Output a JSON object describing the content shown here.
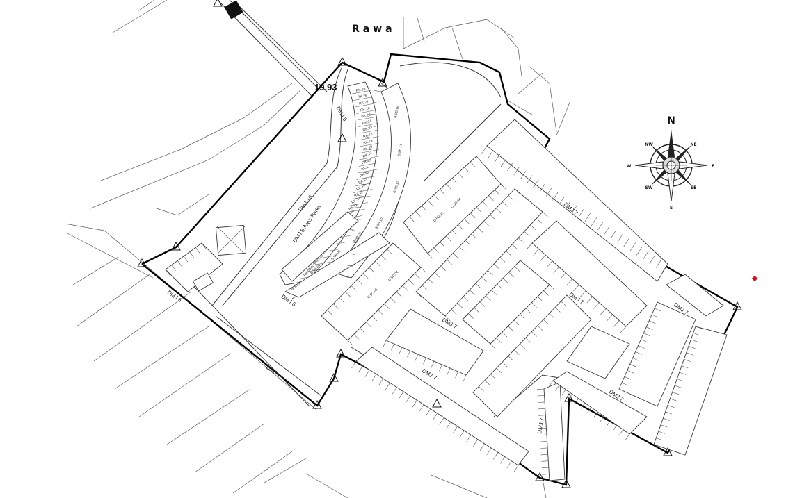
{
  "area_label": "Rawa",
  "dimension_label": "19.93",
  "compass": {
    "n": "N",
    "ne": "NE",
    "e": "E",
    "se": "SE",
    "s": "S",
    "sw": "SW",
    "w": "W",
    "nw": "NW"
  },
  "road_labels": {
    "dmj8": "DMJ 8",
    "dmj8_area_parkir": "DMJ 8  Area Parkir",
    "dmj10": "DMJ 10",
    "dmj7_top": "DMJ 7",
    "dmj7_east": "DMJ 7",
    "dmj7_center": "DMJ 7",
    "dmj7_mid": "DMJ 7",
    "dmj7_south": "DMJ 7",
    "dmj7_far": "DMJ 7",
    "dmj7_vertical": "DMJ 7",
    "dmj5": "DMJ 5",
    "dmj6": "DMJ 6",
    "dmj4": "DMJ 4"
  },
  "rk_lots": [
    "RK.29",
    "RK.28",
    "RK.27",
    "RK.26",
    "RK.25",
    "RK.24",
    "RK.23",
    "RK.22",
    "RK.21",
    "RK.20",
    "RK.19",
    "RK.18",
    "RK.17",
    "RK.16",
    "RK.15",
    "RK.14",
    "RK.13",
    "RK.12",
    "RK.11",
    "RK.10",
    "RK.09",
    "RK.08",
    "RK.07",
    "RK.06",
    "RK.05",
    "RK.04",
    "RK.03",
    "RK.02",
    "RK.01"
  ],
  "block_labels": {
    "b_top": "B.5B.18",
    "b_mid": "B.5B.14",
    "b_low": "B.5B.12",
    "b_bot": "B.5B.10",
    "b_s1": "B.5B.08",
    "b_s2": "B.5B.06",
    "b_s3": "B.5B.04",
    "b_s4": "B.5B.02",
    "c_block": "C.5C.08",
    "c_block2": "C.5C.04",
    "d_block": "D.5D.08",
    "d_block2": "D.5D.04"
  }
}
